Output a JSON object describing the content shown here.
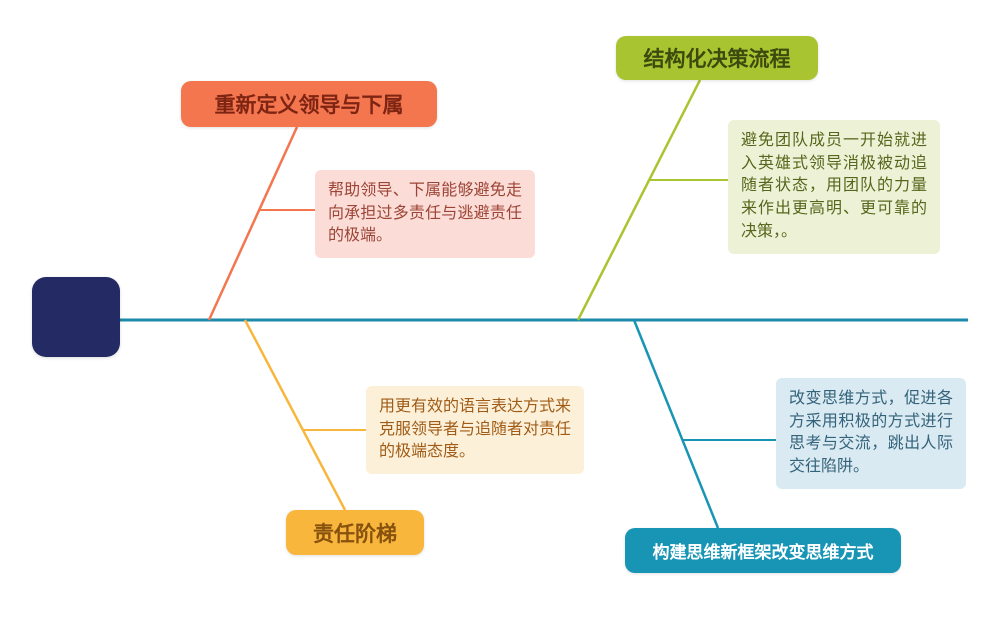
{
  "diagram": {
    "type": "fishbone-mindmap",
    "colors": {
      "background": "#ffffff",
      "head": "#232a64",
      "spine": "#1b8aab",
      "branch_top_left": "#f4764f",
      "branch_top_right": "#a9c431",
      "branch_bottom_left": "#f9b63d",
      "branch_bottom_right": "#1895b5",
      "topic_top_left_bg": "#f4764f",
      "topic_top_left_text": "#7e2413",
      "topic_top_right_bg": "#a9c431",
      "topic_top_right_text": "#3c4a0e",
      "topic_bottom_left_bg": "#f9b63d",
      "topic_bottom_left_text": "#87510e",
      "topic_bottom_right_bg": "#1895b5",
      "topic_bottom_right_text": "#ffffff",
      "note_top_left_bg": "#fbdcd7",
      "note_top_left_text": "#9c4536",
      "note_top_right_bg": "#edf2d7",
      "note_top_right_text": "#57661c",
      "note_bottom_left_bg": "#fcf0d8",
      "note_bottom_left_text": "#a05c17",
      "note_bottom_right_bg": "#daeaf2",
      "note_bottom_right_text": "#33637a"
    },
    "branches": {
      "top_left": {
        "label": "重新定义领导与下属",
        "note": "帮助领导、下属能够避免走向承担过多责任与逃避责任的极端。"
      },
      "top_right": {
        "label": "结构化决策流程",
        "note": "避免团队成员一开始就进入英雄式领导消极被动追随者状态，用团队的力量来作出更高明、更可靠的决策，。"
      },
      "bottom_left": {
        "label": "责任阶梯",
        "note": "用更有效的语言表达方式来克服领导者与追随者对责任的极端态度。"
      },
      "bottom_right": {
        "label": "构建思维新框架改变思维方式",
        "note": "改变思维方式，促进各方采用积极的方式进行思考与交流，跳出人际交往陷阱。"
      }
    }
  }
}
